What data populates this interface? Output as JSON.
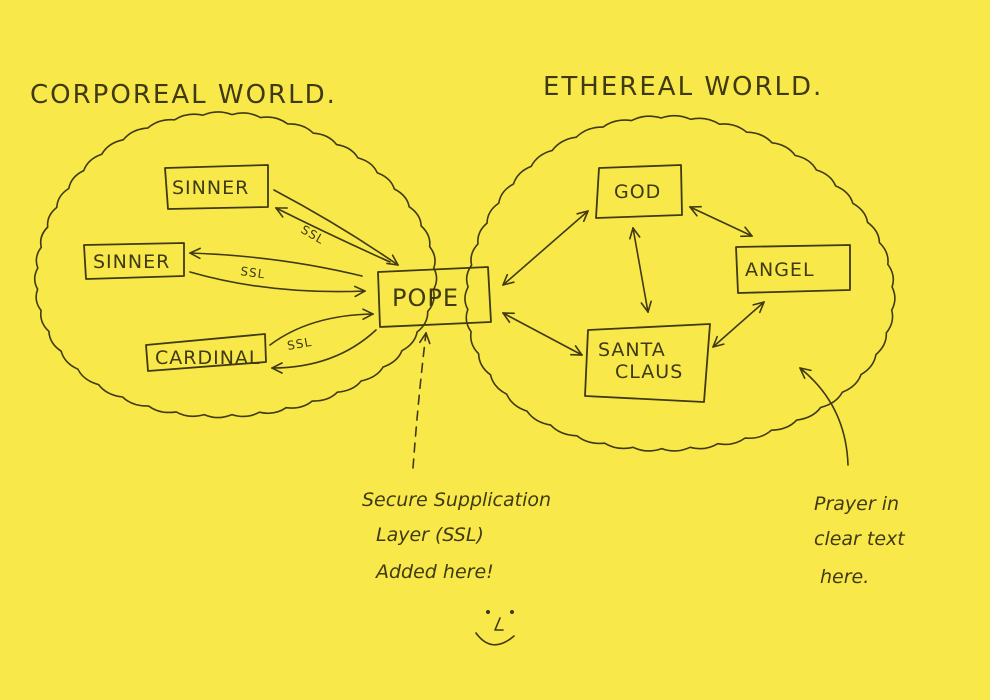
{
  "diagram": {
    "background_color": "#f9e84a",
    "ink_color": "#3f3a12",
    "regions": [
      {
        "id": "corporeal",
        "title": "CORPOREAL WORLD."
      },
      {
        "id": "ethereal",
        "title": "ETHEREAL WORLD."
      }
    ],
    "nodes": [
      {
        "id": "sinner1",
        "label": "SINNER",
        "region": "corporeal"
      },
      {
        "id": "sinner2",
        "label": "SINNER",
        "region": "corporeal"
      },
      {
        "id": "cardinal",
        "label": "CARDINAL",
        "region": "corporeal"
      },
      {
        "id": "pope",
        "label": "POPE",
        "region": "between"
      },
      {
        "id": "god",
        "label": "GOD",
        "region": "ethereal"
      },
      {
        "id": "angel",
        "label": "ANGEL",
        "region": "ethereal"
      },
      {
        "id": "santa",
        "label_lines": [
          "SANTA",
          "CLAUS"
        ],
        "region": "ethereal"
      }
    ],
    "edges": [
      {
        "from": "sinner1",
        "to": "pope",
        "label": "SSL",
        "direction": "bidirectional"
      },
      {
        "from": "sinner2",
        "to": "pope",
        "label": "SSL",
        "direction": "bidirectional"
      },
      {
        "from": "cardinal",
        "to": "pope",
        "label": "SSL",
        "direction": "bidirectional"
      },
      {
        "from": "pope",
        "to": "god",
        "label": "",
        "direction": "bidirectional"
      },
      {
        "from": "pope",
        "to": "santa",
        "label": "",
        "direction": "bidirectional"
      },
      {
        "from": "god",
        "to": "santa",
        "label": "",
        "direction": "bidirectional"
      },
      {
        "from": "god",
        "to": "angel",
        "label": "",
        "direction": "bidirectional"
      },
      {
        "from": "angel",
        "to": "santa",
        "label": "",
        "direction": "bidirectional"
      }
    ],
    "annotations": [
      {
        "id": "ssl-note",
        "lines": [
          "Secure Supplication",
          "Layer (SSL)",
          "Added here!"
        ],
        "points_to": "pope",
        "arrow_style": "dashed"
      },
      {
        "id": "prayer-note",
        "lines": [
          "Prayer in",
          "clear text",
          "here."
        ],
        "points_to": "ethereal",
        "arrow_style": "solid"
      }
    ],
    "doodle": "smiley-face"
  }
}
